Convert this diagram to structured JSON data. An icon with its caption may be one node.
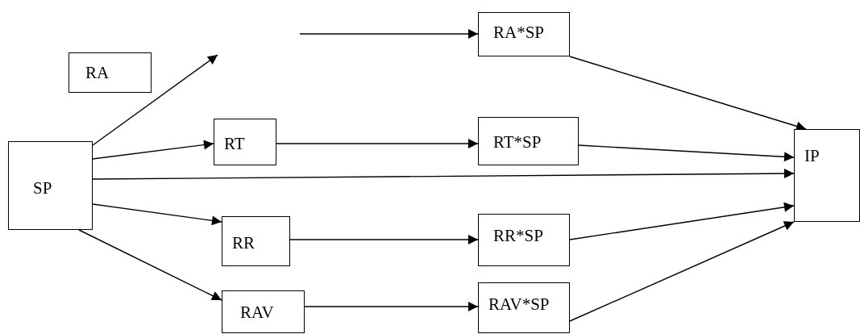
{
  "diagram": {
    "nodes": [
      {
        "text": [
          "SP"
        ]
      },
      {
        "text": [
          "RA"
        ]
      },
      {
        "text": [
          "RT"
        ]
      },
      {
        "text": [
          "RA*SP"
        ]
      },
      {
        "text": [
          "RT*SP"
        ]
      },
      {
        "text": [
          "IP"
        ]
      },
      {
        "text": [
          "RR"
        ]
      },
      {
        "text": [
          "RR*SP"
        ]
      },
      {
        "text": [
          "RAV"
        ]
      },
      {
        "text": [
          "RAV*SP"
        ]
      }
    ],
    "edges": [
      {
        "from": 0,
        "to": null,
        "arrow": "to"
      },
      {
        "from": null,
        "to": 3,
        "arrow": "to"
      },
      {
        "from": 0,
        "to": 2,
        "arrow": "to"
      },
      {
        "from": 2,
        "to": 4,
        "arrow": "to"
      },
      {
        "from": 0,
        "to": 5,
        "arrow": "to"
      },
      {
        "from": 0,
        "to": 6,
        "arrow": "to"
      },
      {
        "from": 6,
        "to": 7,
        "arrow": "to"
      },
      {
        "from": 0,
        "to": 8,
        "arrow": "to"
      },
      {
        "from": 8,
        "to": 9,
        "arrow": "to"
      },
      {
        "from": 3,
        "to": 5,
        "arrow": "to"
      },
      {
        "from": 4,
        "to": 5,
        "arrow": "to"
      },
      {
        "from": 7,
        "to": 5,
        "arrow": "to"
      },
      {
        "from": 9,
        "to": 5,
        "arrow": "to"
      }
    ]
  }
}
